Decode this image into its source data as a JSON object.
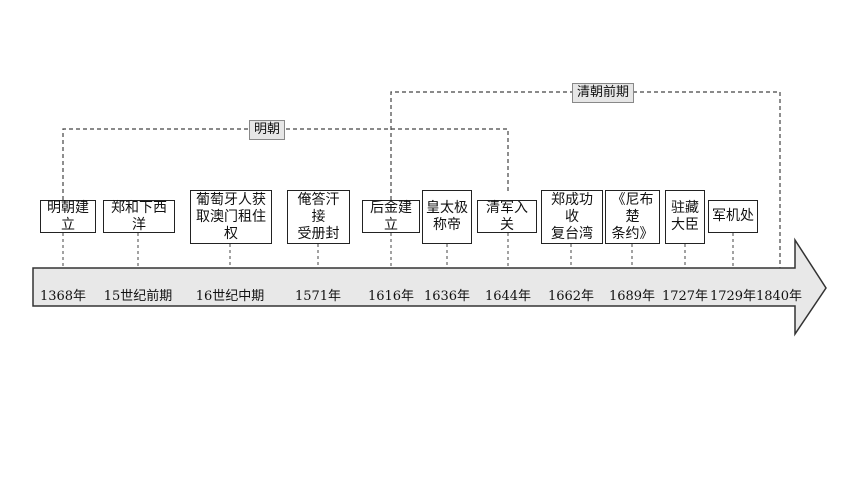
{
  "eras": [
    {
      "label": "明朝"
    },
    {
      "label": "清朝前期"
    }
  ],
  "events": [
    {
      "label": "明朝建立",
      "year": "1368年"
    },
    {
      "label": "郑和下西洋",
      "year": "15世纪前期"
    },
    {
      "label": "葡萄牙人获\n取澳门租住权",
      "year": "16世纪中期"
    },
    {
      "label": "俺答汗接\n受册封",
      "year": "1571年"
    },
    {
      "label": "后金建立",
      "year": "1616年"
    },
    {
      "label": "皇太极\n称帝",
      "year": "1636年"
    },
    {
      "label": "清军入关",
      "year": "1644年"
    },
    {
      "label": "郑成功收\n复台湾",
      "year": "1662年"
    },
    {
      "label": "《尼布楚\n条约》",
      "year": "1689年"
    },
    {
      "label": "驻藏\n大臣",
      "year": "1727年"
    },
    {
      "label": "军机处",
      "year": "1729年"
    }
  ],
  "end_year": "1840年",
  "colors": {
    "arrow_fill": "#e8e8e8",
    "stroke": "#333333",
    "era_label_bg": "#e6e6e6"
  }
}
